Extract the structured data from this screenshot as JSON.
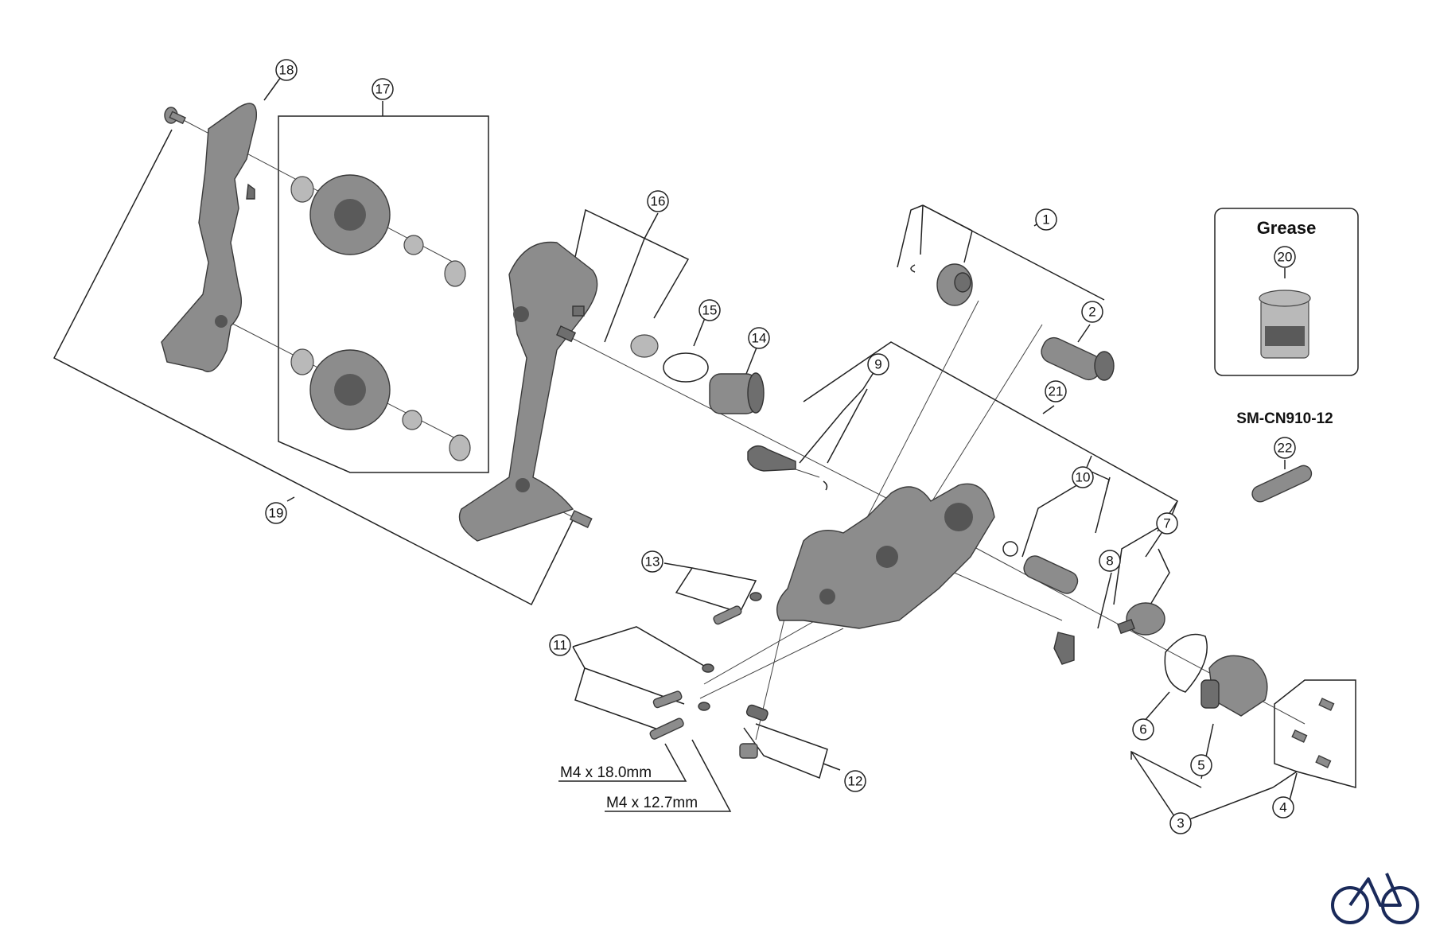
{
  "callouts": [
    "1",
    "2",
    "3",
    "4",
    "5",
    "6",
    "7",
    "8",
    "9",
    "10",
    "11",
    "12",
    "13",
    "14",
    "15",
    "16",
    "17",
    "18",
    "19",
    "20",
    "21",
    "22"
  ],
  "labels": {
    "grease_title": "Grease",
    "chain_model": "SM-CN910-12",
    "screw_long": "M4 x 18.0mm",
    "screw_short": "M4 x 12.7mm"
  },
  "logo": "bicycle-logo"
}
